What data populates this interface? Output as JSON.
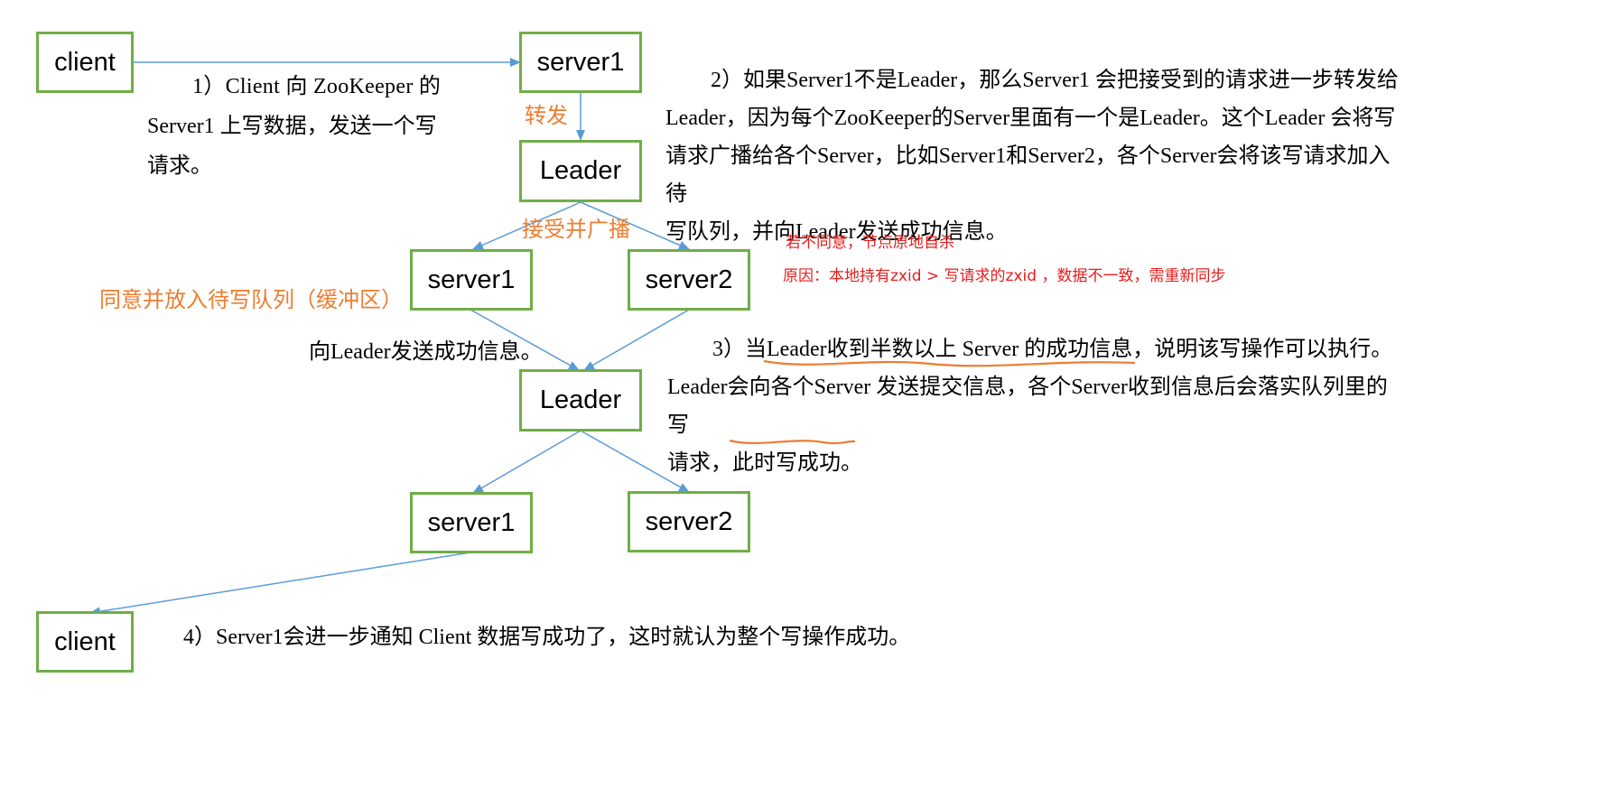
{
  "nodes": {
    "client_top": "client",
    "server1_top": "server1",
    "leader_1": "Leader",
    "server1_mid": "server1",
    "server2_mid": "server2",
    "leader_2": "Leader",
    "server1_bot": "server1",
    "server2_bot": "server2",
    "client_bot": "client"
  },
  "edge_labels": {
    "forward": "转发",
    "accept_broadcast": "接受并广播",
    "agree_queue": "同意并放入待写队列（缓冲区）",
    "send_success": "向Leader发送成功信息。"
  },
  "steps": {
    "step1": [
      "1）Client 向 ZooKeeper 的",
      "Server1 上写数据，发送一个写",
      "请求。"
    ],
    "step2": [
      "2）如果Server1不是Leader，那么Server1 会把接受到的请求进一步转发给",
      "Leader，因为每个ZooKeeper的Server里面有一个是Leader。这个Leader 会将写",
      "请求广播给各个Server，比如Server1和Server2，各个Server会将该写请求加入待",
      "写队列，并向Leader发送成功信息。"
    ],
    "step3_line1_pre": "3）当",
    "step3_line1_under": "Leader收到半数以上 Server 的成功信息",
    "step3_line1_post": "，说明该写操作可以执行。",
    "step3_line2": "Leader会向各个Server 发送提交信息，各个Server收到信息后会落实队列里的写",
    "step3_line3_pre": "请求，",
    "step3_line3_under": "此时写成功。",
    "step4": "4）Server1会进一步通知 Client 数据写成功了，这时就认为整个写操作成功。"
  },
  "notes": {
    "disagree": "若不同意，节点原地自杀",
    "reason": "原因：本地持有zxid > 写请求的zxid ，数据不一致，需重新同步"
  },
  "colors": {
    "node_border": "#70ad47",
    "arrow": "#5b9bd5",
    "orange": "#ed7d31",
    "red": "#e81c1c"
  }
}
